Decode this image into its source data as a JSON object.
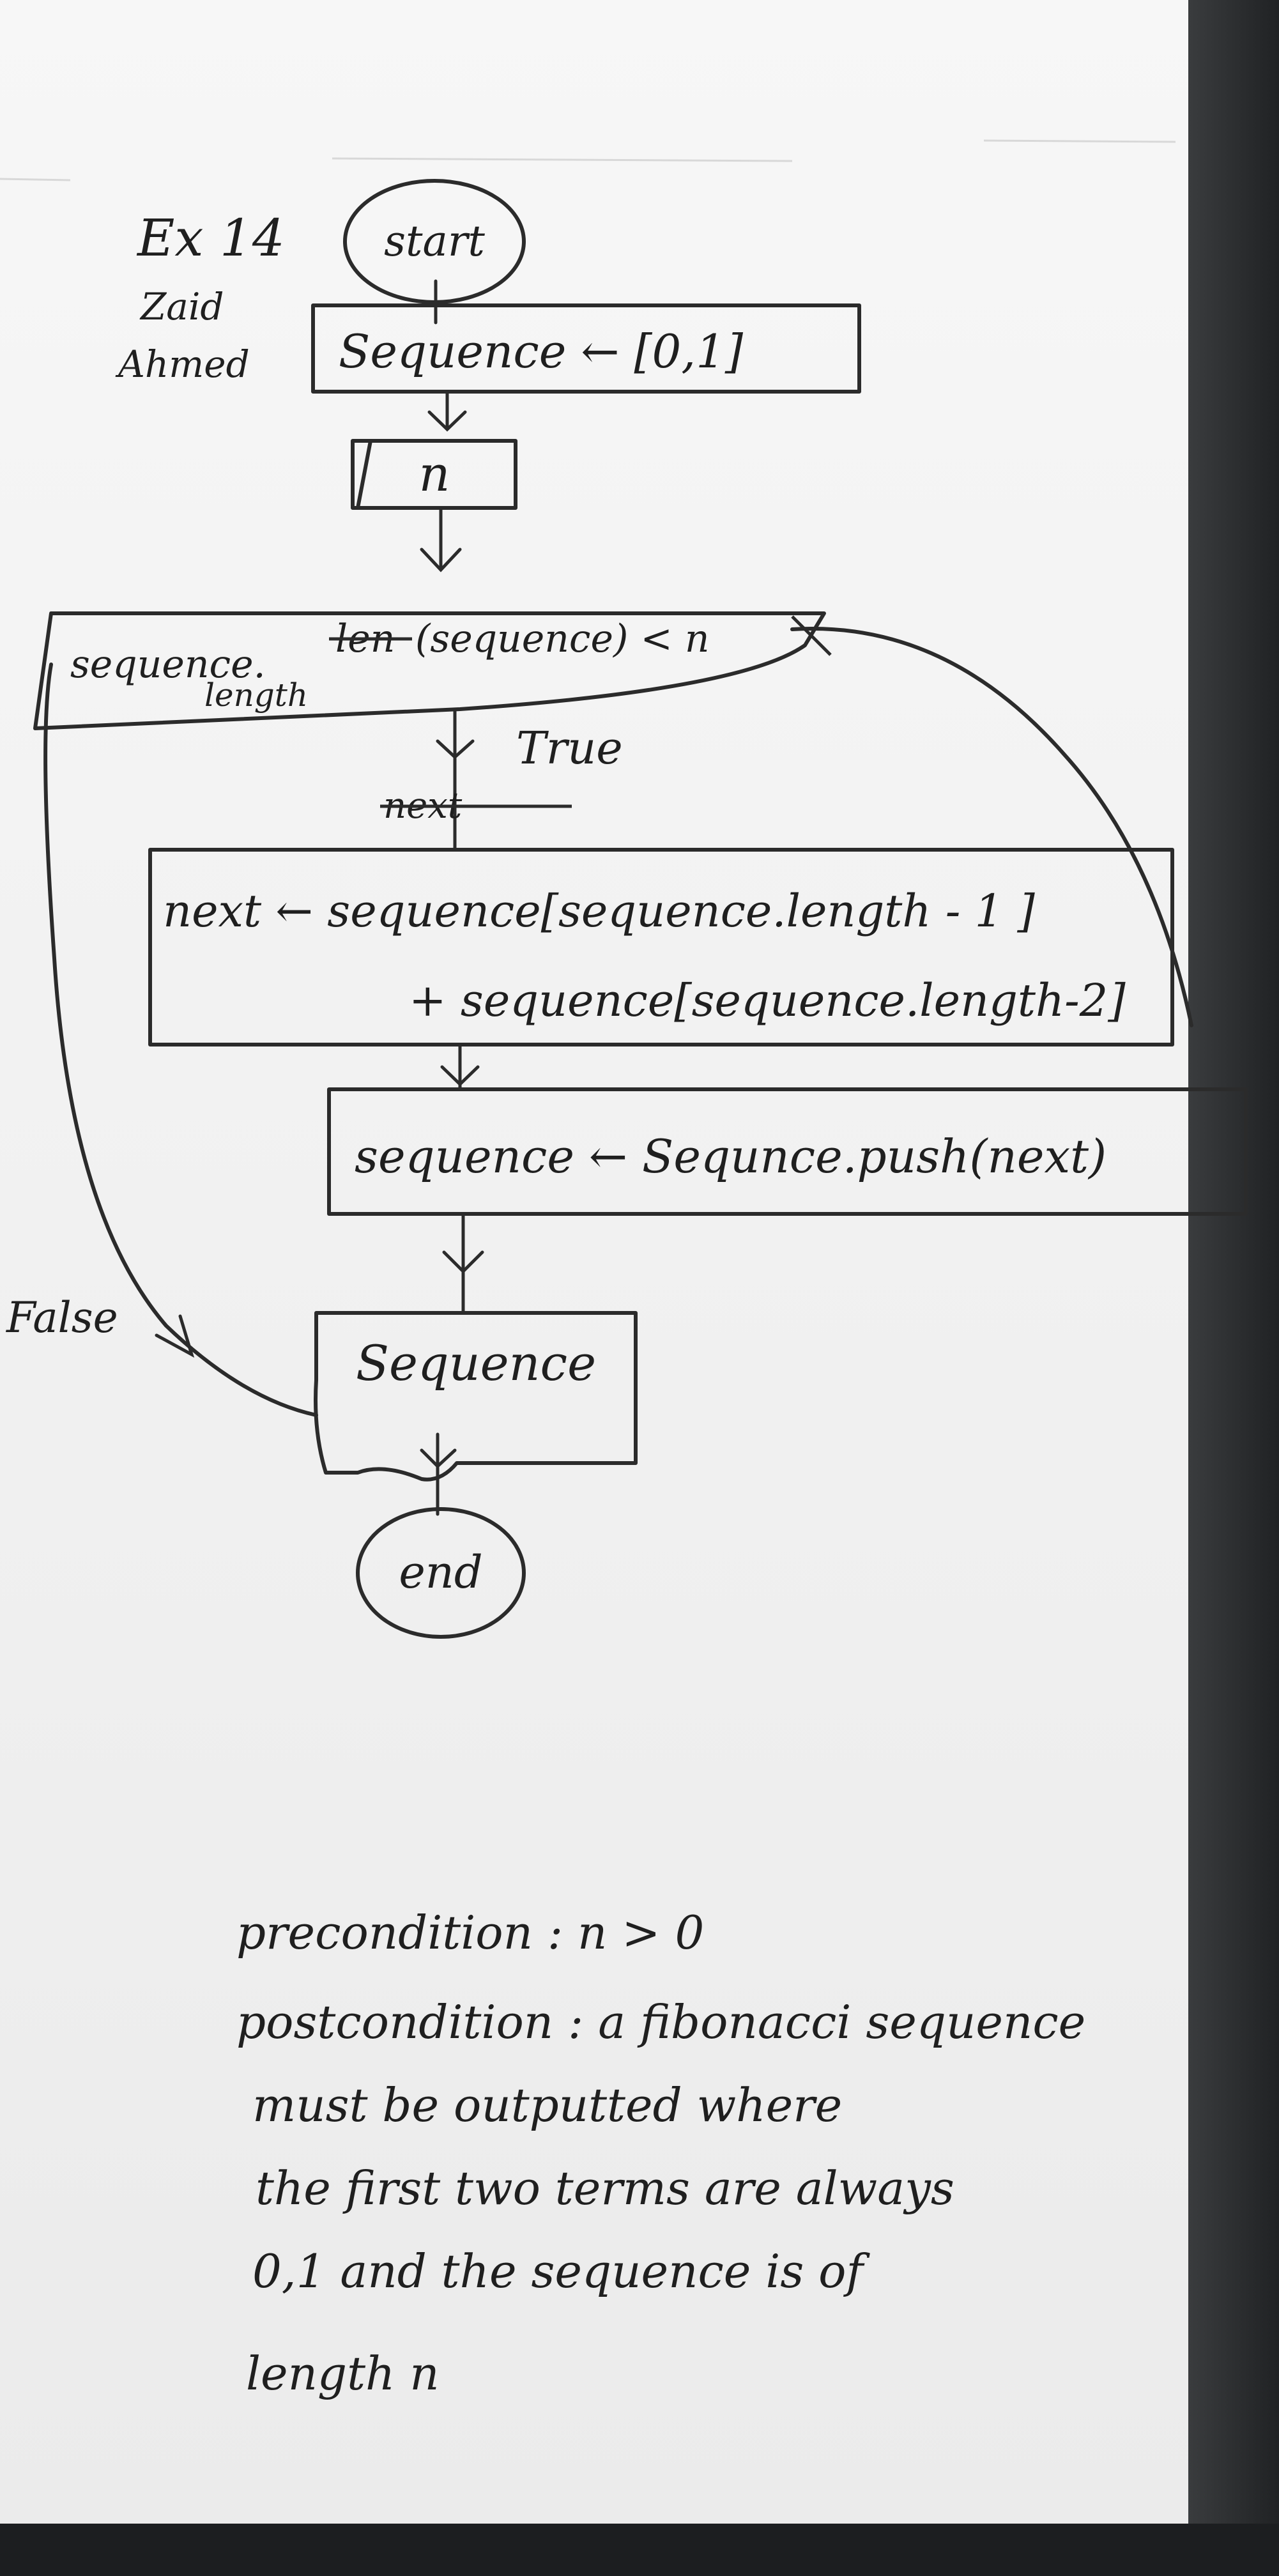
{
  "author": {
    "exercise": "Ex 14",
    "name_line1": "Zaid",
    "name_line2": "Ahmed"
  },
  "flowchart": {
    "start": "start",
    "init": "Sequence ← [0,1]",
    "input": "n",
    "condition_line1": "sequence.",
    "condition_struck": "len",
    "condition_line1b": "(sequence) < n",
    "condition_line2": "length",
    "true_label": "True",
    "struck_next": "next",
    "compute_line1": "next ← sequence[sequence.length - 1 ]",
    "compute_line2": "+ sequence[sequence.length-2]",
    "push": "sequence ← Sequnce.push(next)",
    "output": "Sequence",
    "false_label": "False",
    "end": "end"
  },
  "notes": {
    "precondition": "precondition : n > 0",
    "postcondition_line1": "postcondition : a fibonacci sequence",
    "postcondition_line2": "must be outputted where",
    "postcondition_line3": "the first two terms are always",
    "postcondition_line4": "0,1 and the sequence is of",
    "postcondition_line5": "length n"
  }
}
